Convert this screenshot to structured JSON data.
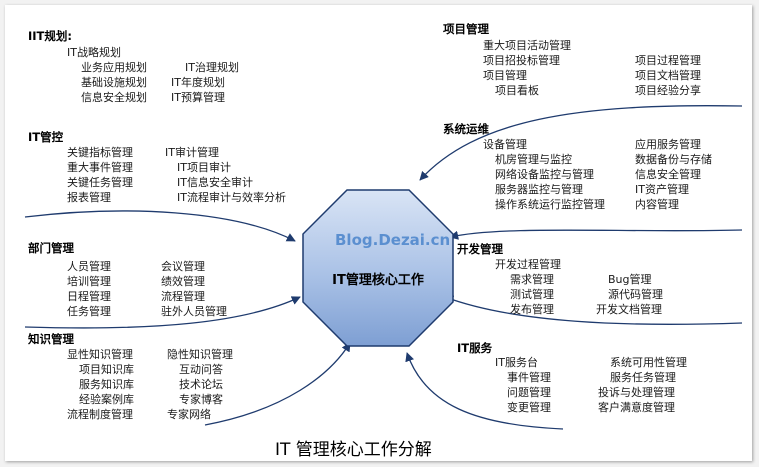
{
  "core": {
    "label": "IT管理核心工作",
    "watermark": "Blog.Dezai.cn"
  },
  "caption": "IT 管理核心工作分解",
  "sections": {
    "it_planning": {
      "title": "IIT规划:",
      "items": [
        "IT战略规划",
        "业务应用规划",
        "IT治理规划",
        "基础设施规划",
        "IT年度规划",
        "信息安全规划",
        "IT预算管理"
      ]
    },
    "it_control": {
      "title": "IT管控",
      "items": [
        "关键指标管理",
        "IT审计管理",
        "重大事件管理",
        "IT项目审计",
        "关键任务管理",
        "IT信息安全审计",
        "报表管理",
        "IT流程审计与效率分析"
      ]
    },
    "department": {
      "title": "部门管理",
      "items": [
        "人员管理",
        "会议管理",
        "培训管理",
        "绩效管理",
        "日程管理",
        "流程管理",
        "任务管理",
        "驻外人员管理"
      ]
    },
    "knowledge": {
      "title": "知识管理",
      "items": [
        "显性知识管理",
        "隐性知识管理",
        "项目知识库",
        "互动问答",
        "服务知识库",
        "技术论坛",
        "经验案例库",
        "专家博客",
        "流程制度管理",
        "专家网络"
      ]
    },
    "project": {
      "title": "项目管理",
      "items": [
        "重大项目活动管理",
        "项目招投标管理",
        "项目过程管理",
        "项目管理",
        "项目文档管理",
        "项目看板",
        "项目经验分享"
      ]
    },
    "ops": {
      "title": "系统运维",
      "items": [
        "设备管理",
        "应用服务管理",
        "机房管理与监控",
        "数据备份与存储",
        "网络设备监控与管理",
        "信息安全管理",
        "服务器监控与管理",
        "IT资产管理",
        "操作系统运行监控管理",
        "内容管理"
      ]
    },
    "dev": {
      "title": "开发管理",
      "items": [
        "开发过程管理",
        "需求管理",
        "Bug管理",
        "测试管理",
        "源代码管理",
        "发布管理",
        "开发文档管理"
      ]
    },
    "service": {
      "title": "IT服务",
      "items": [
        "IT服务台",
        "系统可用性管理",
        "事件管理",
        "服务任务管理",
        "问题管理",
        "投诉与处理管理",
        "变更管理",
        "客户满意度管理"
      ]
    }
  }
}
